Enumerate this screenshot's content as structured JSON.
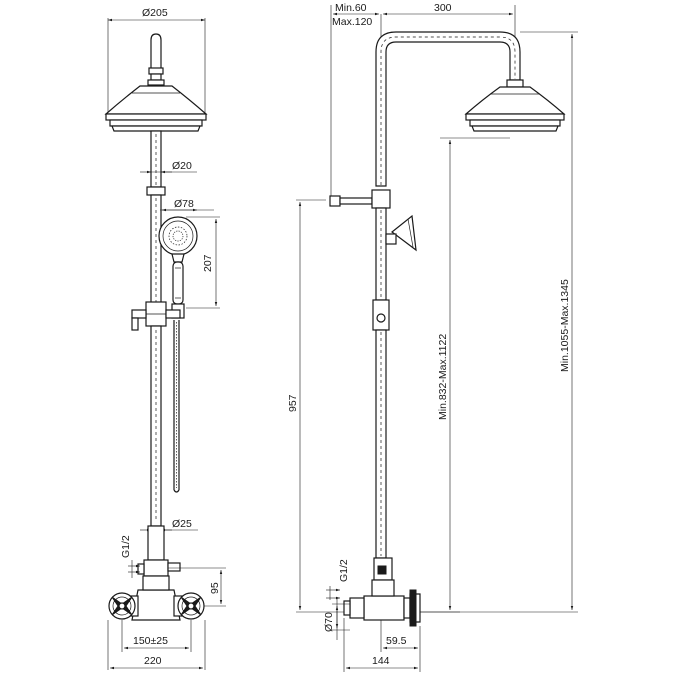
{
  "dimensions": {
    "d205": "Ø205",
    "d20": "Ø20",
    "d78": "Ø78",
    "h207": "207",
    "d25": "Ø25",
    "g12_left": "G1/2",
    "h95": "95",
    "w150": "150±25",
    "w220": "220",
    "min60": "Min.60",
    "max120": "Max.120",
    "w300": "300",
    "h957": "957",
    "hmin832": "Min.832-Max.1122",
    "hmin1055": "Min.1055-Max.1345",
    "g12_right": "G1/2",
    "d70": "Ø70",
    "w59": "59.5",
    "w144": "144"
  }
}
